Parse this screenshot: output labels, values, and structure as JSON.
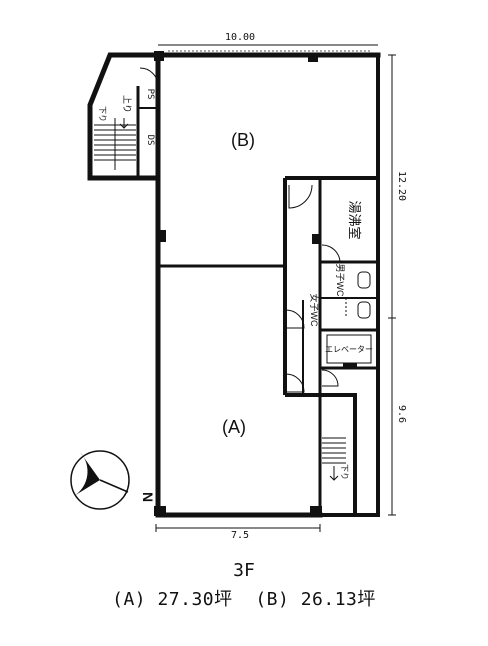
{
  "dimensions": {
    "top": "10.00",
    "bottom": "7.5",
    "right_upper": "12.20",
    "right_lower": "9.6"
  },
  "rooms": {
    "b": "(B)",
    "a": "(A)",
    "kitchen": "湯沸室",
    "mens_wc": "男子WC",
    "womens_wc": "女子WC",
    "elevator": "エレベーター",
    "ps": "PS",
    "ds": "DS"
  },
  "stairs": {
    "up": "上り",
    "down_upper": "下り",
    "down_lower": "下り"
  },
  "compass": {
    "label": "N"
  },
  "caption": {
    "floor": "3F",
    "area_a": "(A) 27.30坪",
    "area_b": "(B) 26.13坪"
  }
}
